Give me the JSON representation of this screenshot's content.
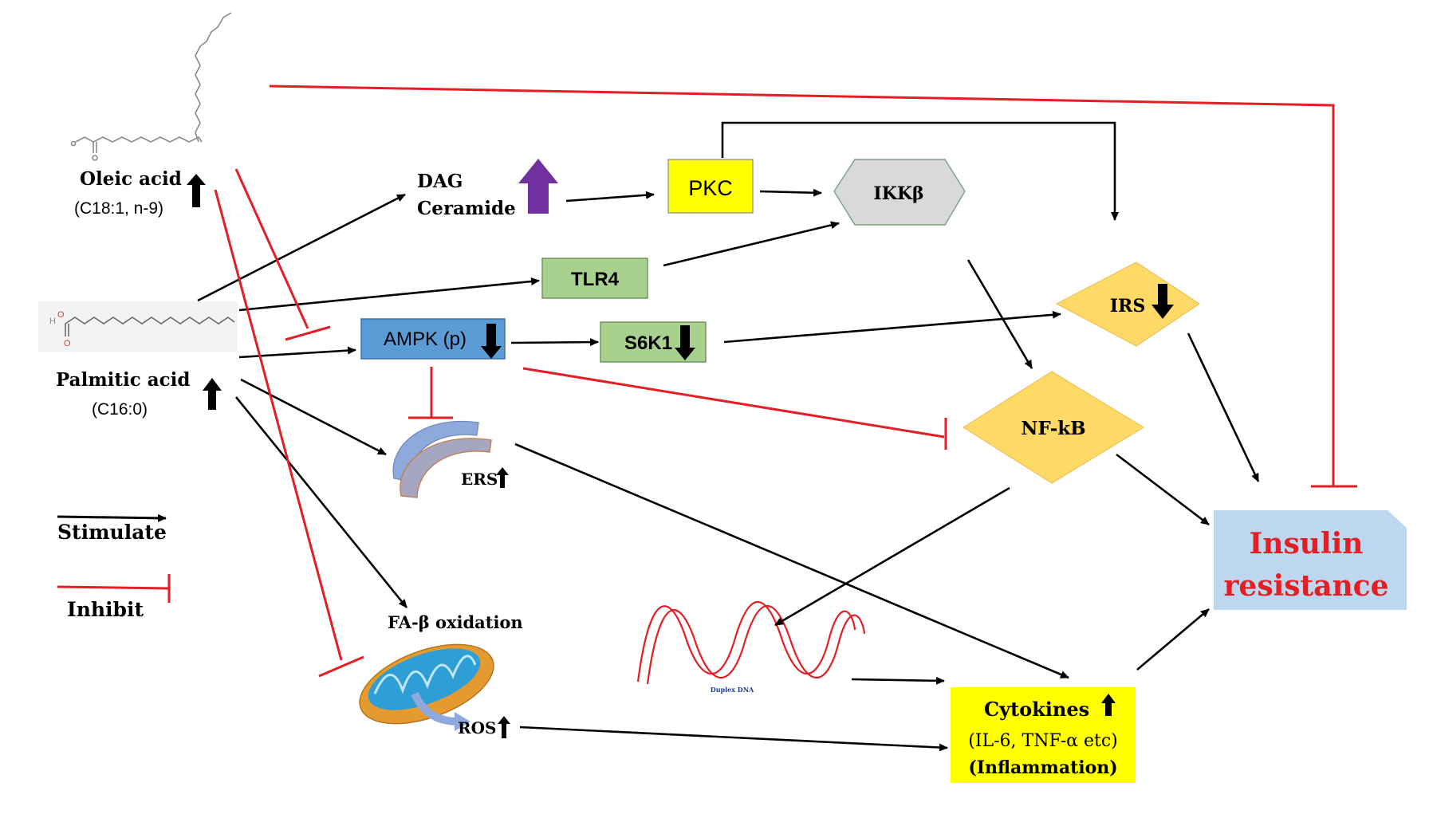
{
  "oleic": {
    "name": "Oleic acid",
    "formula": "(C18:1, n-9)"
  },
  "palmitic": {
    "name": "Palmitic acid",
    "formula": "(C16:0)"
  },
  "dag": {
    "line1": "DAG",
    "line2": "Ceramide"
  },
  "pkc": {
    "label": "PKC"
  },
  "ikkb": {
    "label": "IKKβ"
  },
  "tlr4": {
    "label": "TLR4"
  },
  "ampk": {
    "label": "AMPK (p)"
  },
  "s6k1": {
    "label": "S6K1"
  },
  "irs": {
    "label": "IRS"
  },
  "nfkb": {
    "label": "NF-kB"
  },
  "ers": {
    "label": "ERS"
  },
  "fa_oxidation": {
    "label": "FA-β oxidation"
  },
  "ros": {
    "label": "ROS"
  },
  "dna": {
    "label": "Duplex DNA"
  },
  "cytokines": {
    "line1": "Cytokines",
    "line2": "(IL-6, TNF-α etc)",
    "line3": "(Inflammation)"
  },
  "insulin": {
    "line1": "Insulin",
    "line2": "resistance"
  },
  "legend": {
    "stimulate": "Stimulate",
    "inhibit": "Inhibit"
  },
  "colors": {
    "stimulate": "#000000",
    "inhibit": "#e31e24",
    "pkc_fill": "#ffff00",
    "green_fill": "#a9d18e",
    "ampk_fill": "#5b9bd5",
    "ikkb_fill": "#d9d9d9",
    "diamond_fill": "#ffd966",
    "insulin_fill": "#bdd7ee",
    "insulin_text": "#e31e24",
    "cytokine_fill": "#ffff00",
    "dag_arrow": "#7030a0"
  }
}
